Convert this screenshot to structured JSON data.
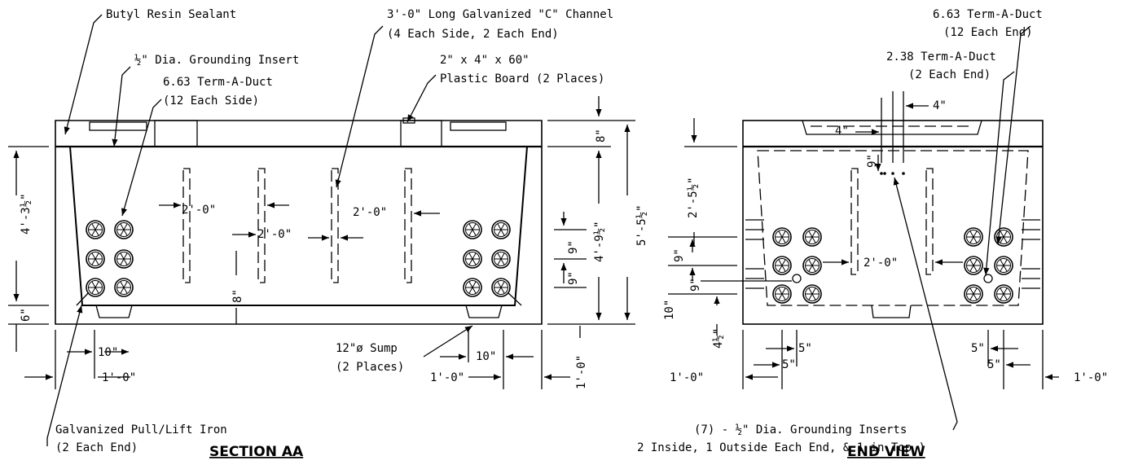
{
  "titles": {
    "section": "SECTION AA",
    "end": "END VIEW"
  },
  "section_labels": {
    "sealant": "Butyl Resin Sealant",
    "grounding_insert": "½\" Dia. Grounding Insert",
    "duct_1": "6.63 Term-A-Duct",
    "duct_2": "(12 Each Side)",
    "channel_1": "3'-0\" Long Galvanized \"C\" Channel",
    "channel_2": "(4 Each Side, 2 Each End)",
    "board_1": "2\" x 4\" x 60\"",
    "board_2": "Plastic Board (2 Places)",
    "sump_1": "12\"ø Sump",
    "sump_2": "(2 Places)",
    "pull_1": "Galvanized Pull/Lift Iron",
    "pull_2": "(2 Each End)"
  },
  "end_labels": {
    "duct_large_1": "6.63 Term-A-Duct",
    "duct_large_2": "(12 Each End)",
    "duct_small_1": "2.38 Term-A-Duct",
    "duct_small_2": "(2 Each End)",
    "inserts_1": "(7) - ½\" Dia. Grounding Inserts",
    "inserts_2": "2 Inside, 1 Outside Each End, & 1 in Top )"
  },
  "section_dims": {
    "spacing_a": "2'-0\"",
    "spacing_b": "2'-0\"",
    "spacing_c": "2'-0\"",
    "height_inner": "4'-3½\"",
    "height_total": "5'-5½\"",
    "height_mid": "4'-9½\"",
    "top": "8\"",
    "bottom": "6\"",
    "floor": "8\"",
    "duct_sp1": "9\"",
    "duct_sp2": "9\"",
    "left_10": "10\"",
    "left_1": "1'-0\"",
    "right_10": "10\"",
    "right_1": "1'-0\"",
    "wall_1": "1'-0\""
  },
  "end_dims": {
    "top_4a": "4\"",
    "top_4b": "4\"",
    "nine": "9\"",
    "height": "2'-5½\"",
    "d9a": "9\"",
    "d9b": "9\"",
    "d10": "10\"",
    "d4": "4½\"",
    "span": "2'-0\"",
    "l5a": "5\"",
    "l5b": "5\"",
    "r5a": "5\"",
    "r5b": "5\"",
    "l1": "1'-0\"",
    "r1": "1'-0\""
  }
}
